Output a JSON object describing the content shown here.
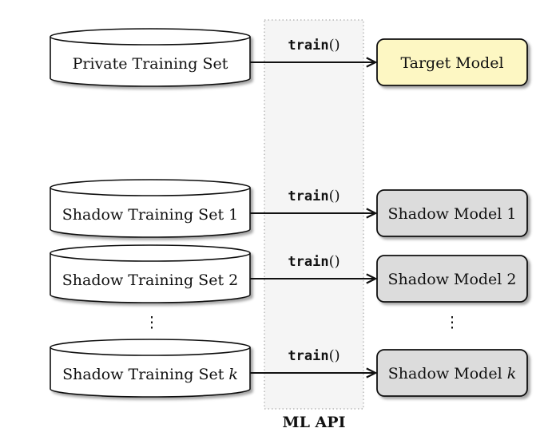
{
  "api_region": {
    "label": "ML API",
    "fill": "#f5f5f5"
  },
  "train_label": "train",
  "train_parens": "()",
  "datasets": [
    {
      "text": "Private Training Set",
      "italic_suffix": ""
    },
    {
      "text": "Shadow Training Set 1",
      "italic_suffix": ""
    },
    {
      "text": "Shadow Training Set 2",
      "italic_suffix": ""
    },
    {
      "text": "Shadow Training Set ",
      "italic_suffix": "k"
    }
  ],
  "models": [
    {
      "text": "Target Model",
      "italic_suffix": "",
      "fill": "#fdf7c3"
    },
    {
      "text": "Shadow Model 1",
      "italic_suffix": "",
      "fill": "#dcdcdc"
    },
    {
      "text": "Shadow Model 2",
      "italic_suffix": "",
      "fill": "#dcdcdc"
    },
    {
      "text": "Shadow Model ",
      "italic_suffix": "k",
      "fill": "#dcdcdc"
    }
  ],
  "ellipsis": "⋮"
}
